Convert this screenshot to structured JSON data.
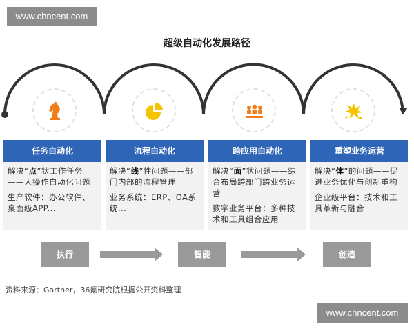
{
  "watermark_top": "www.chncent.com",
  "watermark_bottom": "www.chncent.com",
  "title": "超级自动化发展路径",
  "cards": [
    {
      "header": "任务自动化",
      "desc_before": "解决“",
      "desc_key": "点",
      "desc_after": "”状工作任务——人操作自动化问题",
      "examples": "生产软件：办公软件、桌面级APP..."
    },
    {
      "header": "流程自动化",
      "desc_before": "解决“",
      "desc_key": "线",
      "desc_after": "”性问题——部门内部的流程管理",
      "examples": "业务系统：ERP、OA系统..."
    },
    {
      "header": "跨应用自动化",
      "desc_before": "解决“",
      "desc_key": "面",
      "desc_after": "”状问题——综合布局跨部门跨业务运营",
      "examples": "数字业务平台：多种技术和工具组合应用"
    },
    {
      "header": "重塑业务运营",
      "desc_before": "解决“",
      "desc_key": "体",
      "desc_after": "”的问题——促进业务优化与创新重构",
      "examples": "企业级平台：技术和工具革新与融合"
    }
  ],
  "stages": [
    "执行",
    "智能",
    "创造"
  ],
  "source": "资料来源：Gartner，36氪研究院根据公开资料整理",
  "icons": [
    "chess-knight-icon",
    "pie-chart-icon",
    "team-icon",
    "splash-icon"
  ],
  "colors": {
    "arc": "#333333",
    "card_header": "#2f65b7",
    "icon_orange": "#f07d1a",
    "icon_yellow": "#f5c400",
    "stage": "#9a9a9a"
  }
}
